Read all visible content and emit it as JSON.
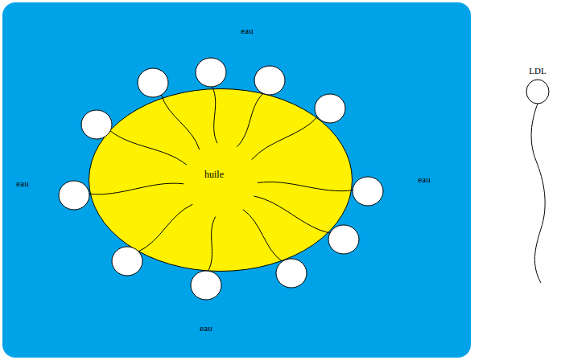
{
  "diagram": {
    "nodes": [
      {
        "text": [
          "eau",
          "eau",
          "eau",
          "eau"
        ]
      },
      {
        "text": [
          "huile"
        ],
        "in": 0
      }
    ],
    "labels": [
      "LDL"
    ]
  }
}
